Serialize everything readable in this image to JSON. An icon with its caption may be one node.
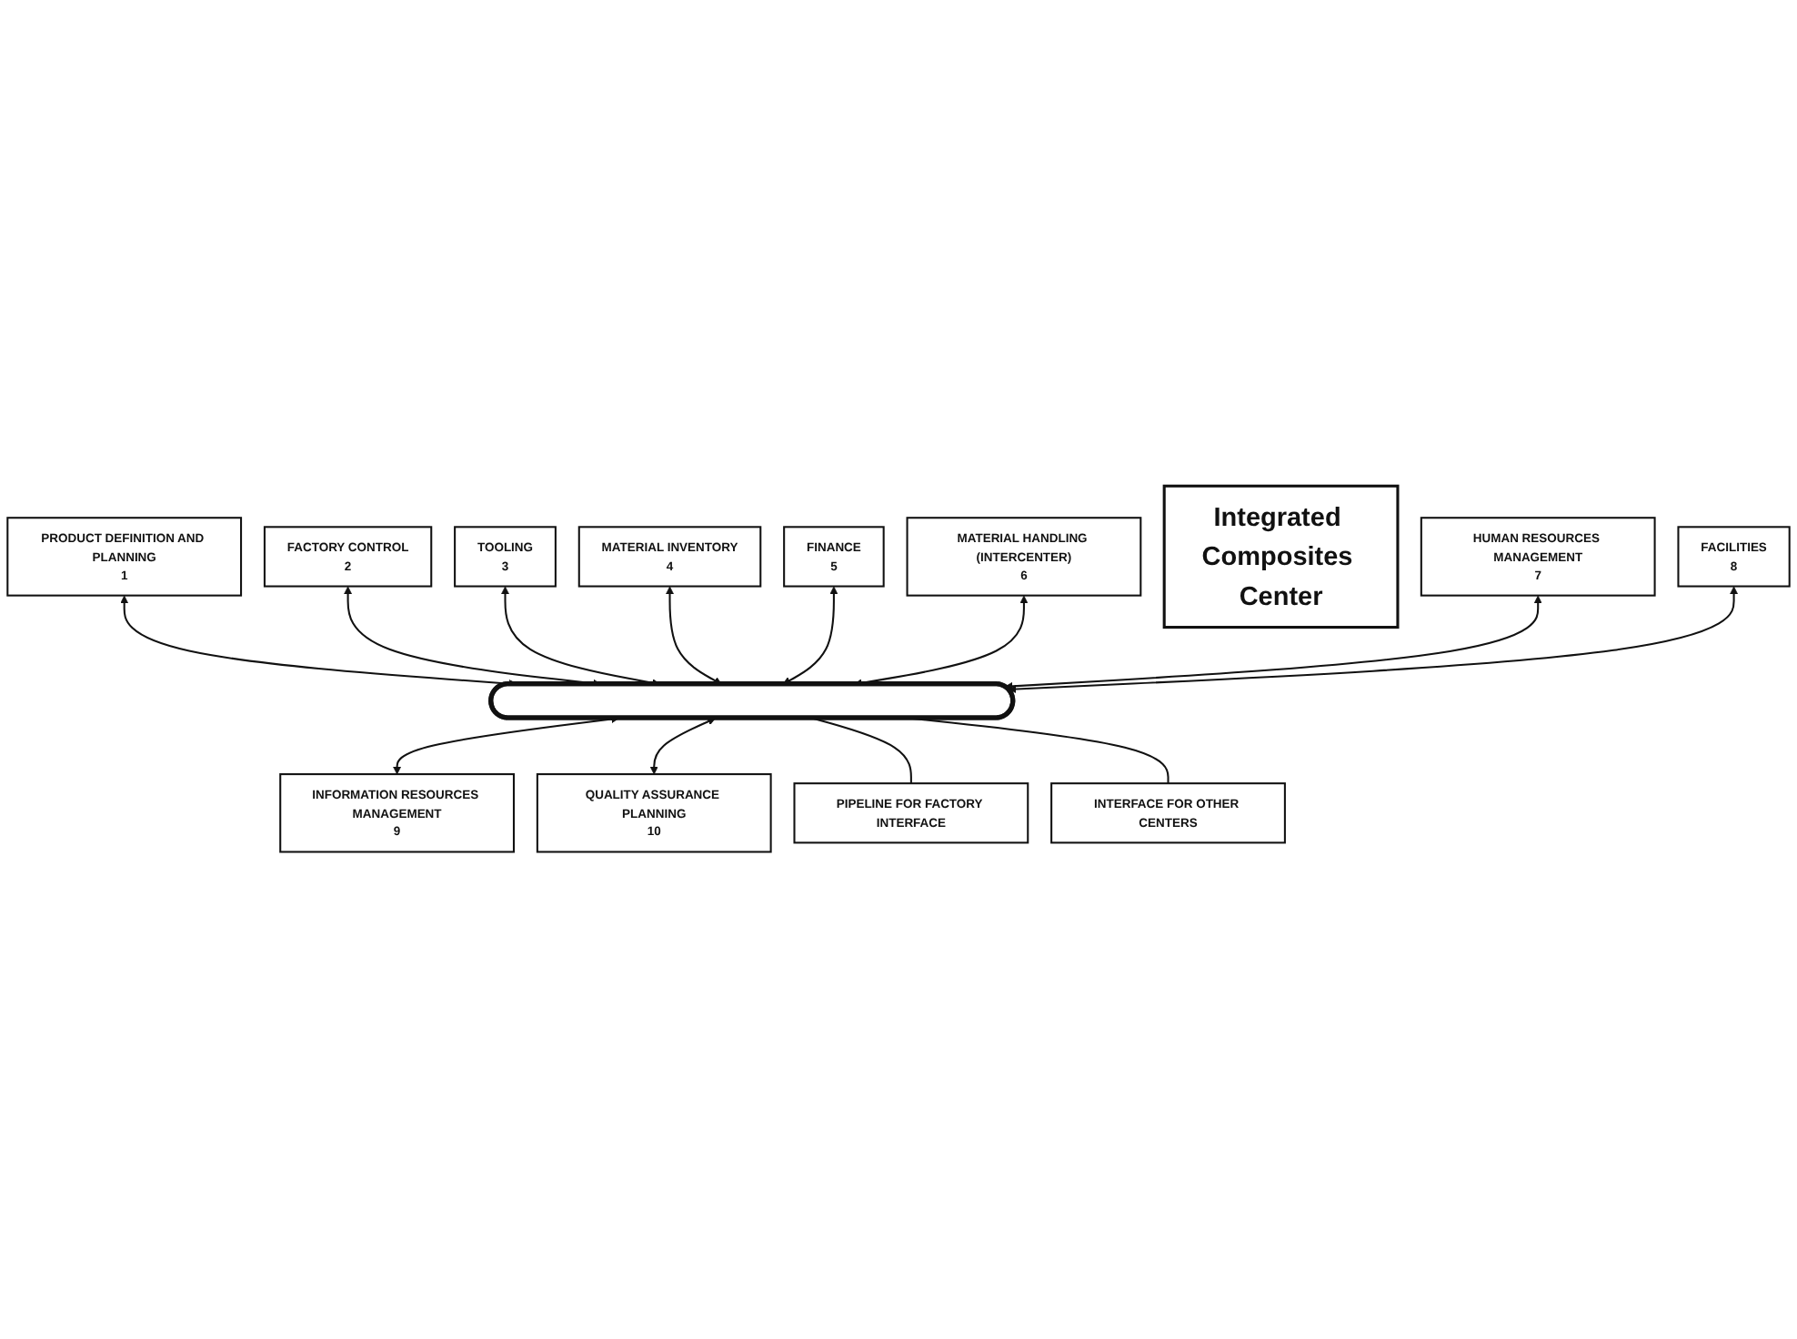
{
  "diagram": {
    "nodes": [
      {
        "text": [
          "FINANCE",
          "5"
        ]
      },
      {
        "text": [
          "MATERIAL HANDLING (INTERCENTER)",
          "6"
        ]
      },
      {
        "text": [
          "MATERIAL INVENTORY",
          "4"
        ]
      },
      {
        "text": [
          "HUMAN RESOURCES MANAGEMENT",
          "7"
        ]
      },
      {
        "text": [
          "TOOLING",
          "3"
        ]
      },
      {
        "text": [
          "FACILITIES",
          "8"
        ]
      },
      {
        "text": [],
        "shape": "pipe"
      },
      {
        "text": [
          "Integrated Composites Center"
        ]
      },
      {
        "text": [
          "FACTORY CONTROL",
          "2"
        ]
      },
      {
        "text": [
          "INFORMATION RESOURCES MANAGEMENT",
          "9"
        ]
      },
      {
        "text": [
          "PRODUCT DEFINITION AND PLANNING",
          "1"
        ]
      },
      {
        "text": [
          "QUALITY ASSURANCE PLANNING",
          "10"
        ]
      },
      {
        "text": [
          "PIPELINE FOR FACTORY INTERFACE"
        ]
      },
      {
        "text": [
          "INTERFACE FOR OTHER CENTERS"
        ]
      }
    ],
    "edges": [
      {
        "from": 10,
        "to": 6,
        "arrow": "both"
      },
      {
        "from": 8,
        "to": 6,
        "arrow": "both"
      },
      {
        "from": 4,
        "to": 6,
        "arrow": "both"
      },
      {
        "from": 2,
        "to": 6,
        "arrow": "both"
      },
      {
        "from": 0,
        "to": 6,
        "arrow": "both"
      },
      {
        "from": 1,
        "to": 6,
        "arrow": "both"
      },
      {
        "from": 3,
        "to": 6,
        "arrow": "both"
      },
      {
        "from": 5,
        "to": 6,
        "arrow": "both"
      },
      {
        "from": 6,
        "to": 9,
        "arrow": "both"
      },
      {
        "from": 6,
        "to": 11,
        "arrow": "both"
      },
      {
        "from": 6,
        "to": 12,
        "arrow": "none"
      },
      {
        "from": 6,
        "to": 13,
        "arrow": "none"
      }
    ]
  }
}
